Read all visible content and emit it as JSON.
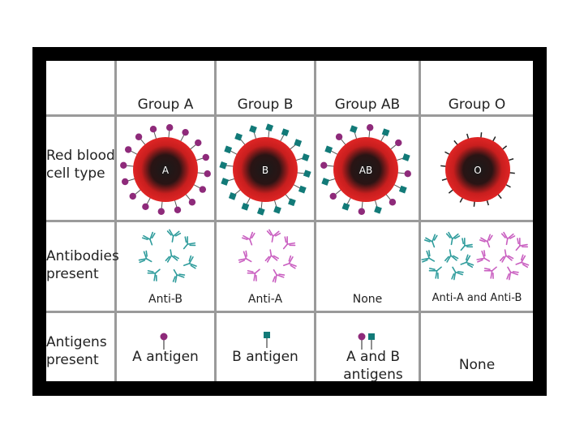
{
  "columns": [
    "Group A",
    "Group B",
    "Group AB",
    "Group O"
  ],
  "row_labels": {
    "cell_type": "Red blood\ncell type",
    "antibodies": "Antibodies\npresent",
    "antigens": "Antigens\npresent"
  },
  "cells": [
    {
      "letter": "A",
      "antibody": "Anti-B",
      "antigen": "A antigen"
    },
    {
      "letter": "B",
      "antibody": "Anti-A",
      "antigen": "B antigen"
    },
    {
      "letter": "AB",
      "antibody": "None",
      "antigen": "A and B\nantigens"
    },
    {
      "letter": "O",
      "antibody": "Anti-A and Anti-B",
      "antigen": "None"
    }
  ],
  "colors": {
    "cell_red": "#e02525",
    "antigen_a": "#8e2a7a",
    "antigen_b": "#127a78",
    "anti_a": "#c95ec0",
    "anti_b": "#2f9c9c",
    "frame": "#000000",
    "grid": "#9a9a9a"
  }
}
